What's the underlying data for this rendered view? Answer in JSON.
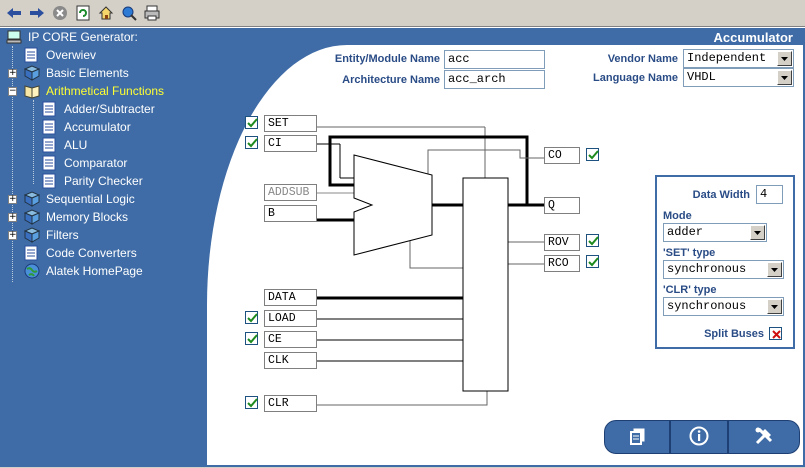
{
  "toolbar": {
    "icons": [
      "back-arrow-icon",
      "forward-arrow-icon",
      "stop-icon",
      "refresh-icon",
      "home-icon",
      "search-icon",
      "print-icon"
    ]
  },
  "tree": {
    "root_label": "IP CORE Generator:",
    "items": [
      {
        "label": "Overwiev",
        "icon": "document-icon"
      },
      {
        "label": "Basic Elements",
        "icon": "book-icon"
      },
      {
        "label": "Arithmetical Functions",
        "icon": "open-book-icon",
        "active": true
      },
      {
        "label": "Adder/Subtracter",
        "icon": "document-icon"
      },
      {
        "label": "Accumulator",
        "icon": "document-icon"
      },
      {
        "label": "ALU",
        "icon": "document-icon"
      },
      {
        "label": "Comparator",
        "icon": "document-icon"
      },
      {
        "label": "Parity Checker",
        "icon": "document-icon"
      },
      {
        "label": "Sequential Logic",
        "icon": "book-icon"
      },
      {
        "label": "Memory Blocks",
        "icon": "book-icon"
      },
      {
        "label": "Filters",
        "icon": "book-icon"
      },
      {
        "label": "Code Converters",
        "icon": "document-icon"
      },
      {
        "label": "Alatek HomePage",
        "icon": "globe-icon"
      }
    ]
  },
  "header": {
    "title": "Accumulator"
  },
  "form": {
    "entity_label": "Entity/Module Name",
    "entity_value": "acc",
    "arch_label": "Architecture Name",
    "arch_value": "acc_arch",
    "vendor_label": "Vendor Name",
    "vendor_value": "Independent",
    "language_label": "Language Name",
    "language_value": "VHDL"
  },
  "pins": {
    "set": "SET",
    "ci": "CI",
    "addsub": "ADDSUB",
    "b": "B",
    "data": "DATA",
    "load": "LOAD",
    "ce": "CE",
    "clk": "CLK",
    "clr": "CLR",
    "co": "CO",
    "q": "Q",
    "rov": "ROV",
    "rco": "RCO"
  },
  "params": {
    "data_width_label": "Data Width",
    "data_width_value": "4",
    "mode_label": "Mode",
    "mode_value": "adder",
    "set_type_label": "'SET' type",
    "set_type_value": "synchronous",
    "clr_type_label": "'CLR' type",
    "clr_type_value": "synchronous",
    "split_buses_label": "Split Buses"
  },
  "colors": {
    "panel_blue": "#3f6ca6",
    "label_blue": "#2a4c86",
    "check_green": "#1e8a1e",
    "active_item": "#ffff33"
  }
}
